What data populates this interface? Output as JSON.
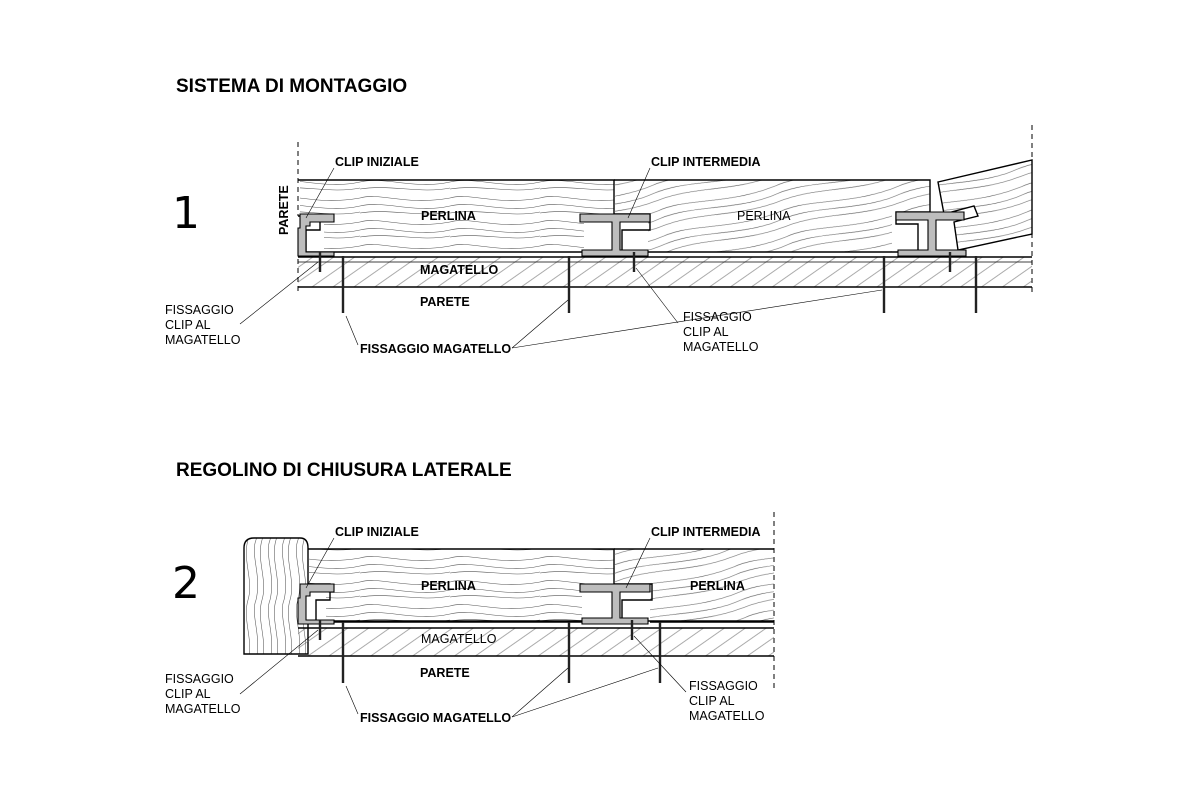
{
  "section1": {
    "title": "SISTEMA DI MONTAGGIO",
    "number": "1",
    "labels": {
      "clip_iniziale": "CLIP INIZIALE",
      "clip_intermedia": "CLIP INTERMEDIA",
      "parete_side": "PARETE",
      "perlina_1": "PERLINA",
      "perlina_2": "PERLINA",
      "magatello": "MAGATELLO",
      "parete": "PARETE",
      "fissaggio_clip_left": [
        "FISSAGGIO",
        "CLIP AL",
        "MAGATELLO"
      ],
      "fissaggio_clip_right": [
        "FISSAGGIO",
        "CLIP AL",
        "MAGATELLO"
      ],
      "fissaggio_magatello": "FISSAGGIO MAGATELLO"
    }
  },
  "section2": {
    "title": "REGOLINO DI CHIUSURA LATERALE",
    "number": "2",
    "labels": {
      "clip_iniziale": "CLIP INIZIALE",
      "clip_intermedia": "CLIP INTERMEDIA",
      "perlina_1": "PERLINA",
      "perlina_2": "PERLINA",
      "magatello": "MAGATELLO",
      "parete": "PARETE",
      "fissaggio_clip_left": [
        "FISSAGGIO",
        "CLIP AL",
        "MAGATELLO"
      ],
      "fissaggio_clip_right": [
        "FISSAGGIO",
        "CLIP AL",
        "MAGATELLO"
      ],
      "fissaggio_magatello": "FISSAGGIO MAGATELLO"
    }
  }
}
